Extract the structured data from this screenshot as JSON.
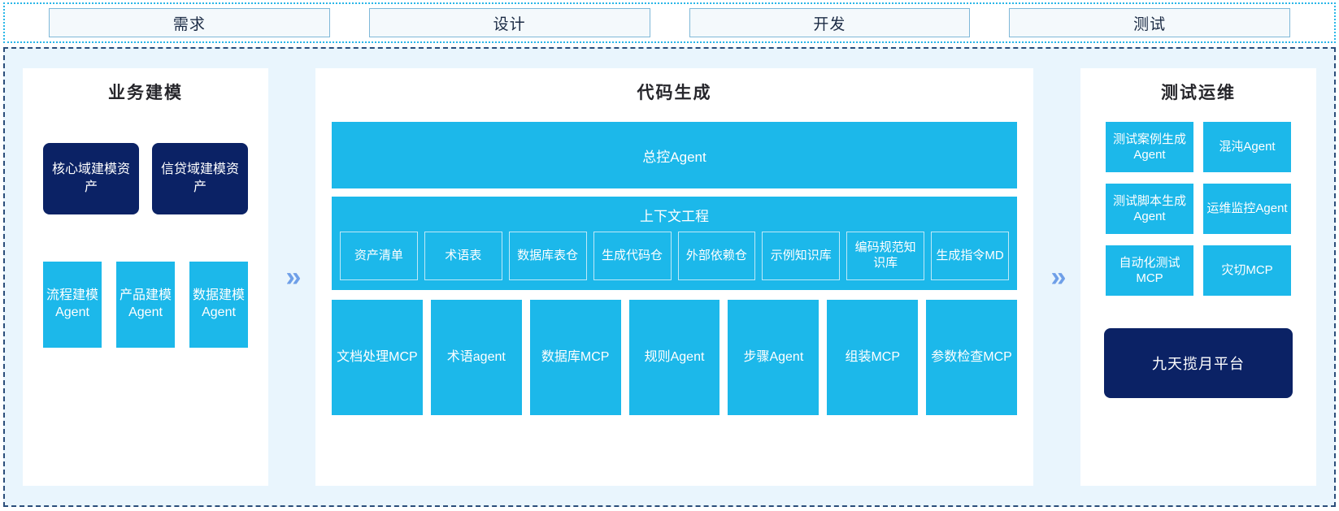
{
  "phases": [
    {
      "label": "需求"
    },
    {
      "label": "设计"
    },
    {
      "label": "开发"
    },
    {
      "label": "测试"
    }
  ],
  "arrows": {
    "glyph": "»",
    "color": "#6f9fe8"
  },
  "colors": {
    "accent_blue": "#1cb8ea",
    "dark_navy": "#0b2265",
    "canvas_tint": "#e9f5fd",
    "phase_border": "#29b6e8",
    "main_border": "#2a4d7a"
  },
  "left_panel": {
    "title": "业务建模",
    "assets": [
      {
        "label": "核心域建模资产"
      },
      {
        "label": "信贷域建模资产"
      }
    ],
    "agents": [
      {
        "label": "流程建模Agent"
      },
      {
        "label": "产品建模Agent"
      },
      {
        "label": "数据建模Agent"
      }
    ]
  },
  "center_panel": {
    "title": "代码生成",
    "master_agent": "总控Agent",
    "context": {
      "title": "上下文工程",
      "items": [
        {
          "label": "资产清单"
        },
        {
          "label": "术语表"
        },
        {
          "label": "数据库表仓"
        },
        {
          "label": "生成代码仓"
        },
        {
          "label": "外部依赖仓"
        },
        {
          "label": "示例知识库"
        },
        {
          "label": "编码规范知识库"
        },
        {
          "label": "生成指令MD"
        }
      ]
    },
    "tools": [
      {
        "label": "文档处理MCP"
      },
      {
        "label": "术语agent"
      },
      {
        "label": "数据库MCP"
      },
      {
        "label": "规则Agent"
      },
      {
        "label": "步骤Agent"
      },
      {
        "label": "组装MCP"
      },
      {
        "label": "参数检查MCP"
      }
    ]
  },
  "right_panel": {
    "title": "测试运维",
    "items": [
      {
        "label": "测试案例生成Agent"
      },
      {
        "label": "混沌Agent"
      },
      {
        "label": "测试脚本生成Agent"
      },
      {
        "label": "运维监控Agent"
      },
      {
        "label": "自动化测试MCP"
      },
      {
        "label": "灾切MCP"
      }
    ],
    "platform": "九天揽月平台"
  }
}
